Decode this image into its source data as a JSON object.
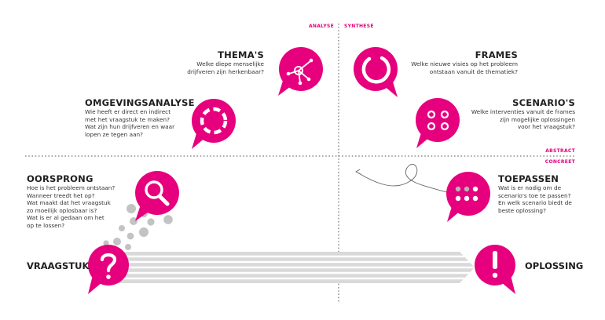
{
  "colors": {
    "accent": "#e6007e",
    "text": "#1f1f1f",
    "arrow": "#c8c8c8",
    "divider": "#555555"
  },
  "quadrant_labels": {
    "analyse": "ANALYSE",
    "synthese": "SYNTHESE",
    "abstract": "ABSTRACT",
    "concreet": "CONCREET"
  },
  "axis": {
    "start": "VRAAGSTUK",
    "end": "OPLOSSING"
  },
  "blocks": {
    "themas": {
      "title": "THEMA'S",
      "lines": [
        "Welke diepe menselijke",
        "drijfveren zijn herkenbaar?"
      ],
      "icon": "network-icon"
    },
    "omgevingsanalyse": {
      "title": "OMGEVINGSANALYSE",
      "lines": [
        "Wie heeft er direct en indirect",
        "met het vraagstuk te maken?",
        "Wat zijn hun drijfveren en waar",
        "lopen ze tegen aan?"
      ],
      "icon": "dashed-ring-icon"
    },
    "frames": {
      "title": "FRAMES",
      "lines": [
        "Welke nieuwe visies op het probleem",
        "ontstaan vanuit de thematiek?"
      ],
      "icon": "open-ring-icon"
    },
    "scenarios": {
      "title": "SCENARIO'S",
      "lines": [
        "Welke interventies vanuit de frames",
        "zijn mogelijke oplossingen",
        "voor het vraagstuk?"
      ],
      "icon": "four-rings-icon"
    },
    "oorsprong": {
      "title": "OORSPRONG",
      "lines": [
        "Hoe is het probleem ontstaan?",
        "Wanneer treedt het op?",
        "Wat maakt dat het vraagstuk",
        "zo moeilijk oplosbaar is?",
        "Wat is er al gedaan om het",
        "op te lossen?"
      ],
      "icon": "magnifier-icon"
    },
    "toepassen": {
      "title": "TOEPASSEN",
      "lines": [
        "Wat is er nodig om de",
        "scenario's toe te passen?",
        "En welk scenario biedt de",
        "beste oplossing?"
      ],
      "icon": "dot-grid-icon"
    }
  },
  "end_icons": {
    "start": "question-mark-icon",
    "end": "exclamation-mark-icon"
  }
}
